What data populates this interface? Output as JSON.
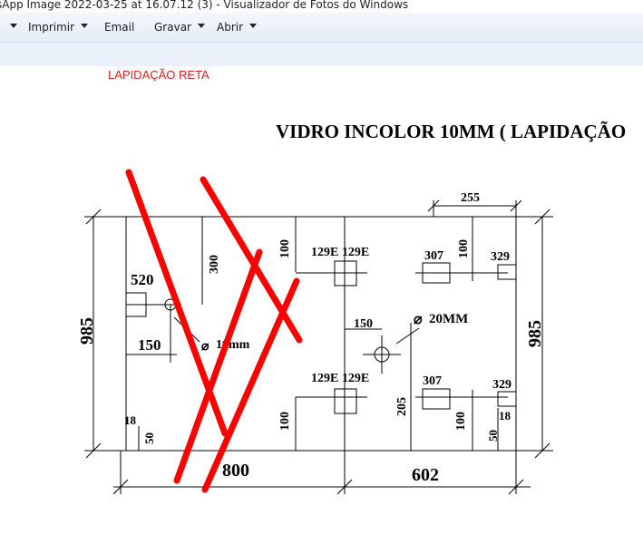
{
  "window": {
    "title": "sApp Image 2022-03-25 at 16.07.12 (3) - Visualizador de Fotos do Windows"
  },
  "menu": {
    "imprimir": "Imprimir",
    "email": "Email",
    "gravar": "Gravar",
    "abrir": "Abrir"
  },
  "annotation": "LAPIDAÇÃO RETA",
  "drawing": {
    "title": "VIDRO INCOLOR 10MM ( LAPIDAÇÃO",
    "dim_height_left": "985",
    "dim_height_right": "985",
    "dim_bottom_left": "800",
    "dim_bottom_right": "602",
    "dim_top": "255",
    "label_520": "520",
    "label_150_left": "150",
    "label_10mm": "10mm",
    "label_300": "300",
    "label_100_top": "100",
    "label_129e_top": "129E 129E",
    "label_307_top": "307",
    "label_100_top_right": "100",
    "label_329_top": "329",
    "label_150_mid": "150",
    "label_20mm": "20MM",
    "label_129e_bottom": "129E 129E",
    "label_307_bottom": "307",
    "label_329_bottom": "329",
    "label_18_left": "18",
    "label_50_left": "50",
    "label_100_bottom": "100",
    "label_205": "205",
    "label_100_bottom_right": "100",
    "label_50_right": "50",
    "label_18_right": "18"
  },
  "colors": {
    "accent_red": "#e02020",
    "strike": "#ff0000"
  }
}
